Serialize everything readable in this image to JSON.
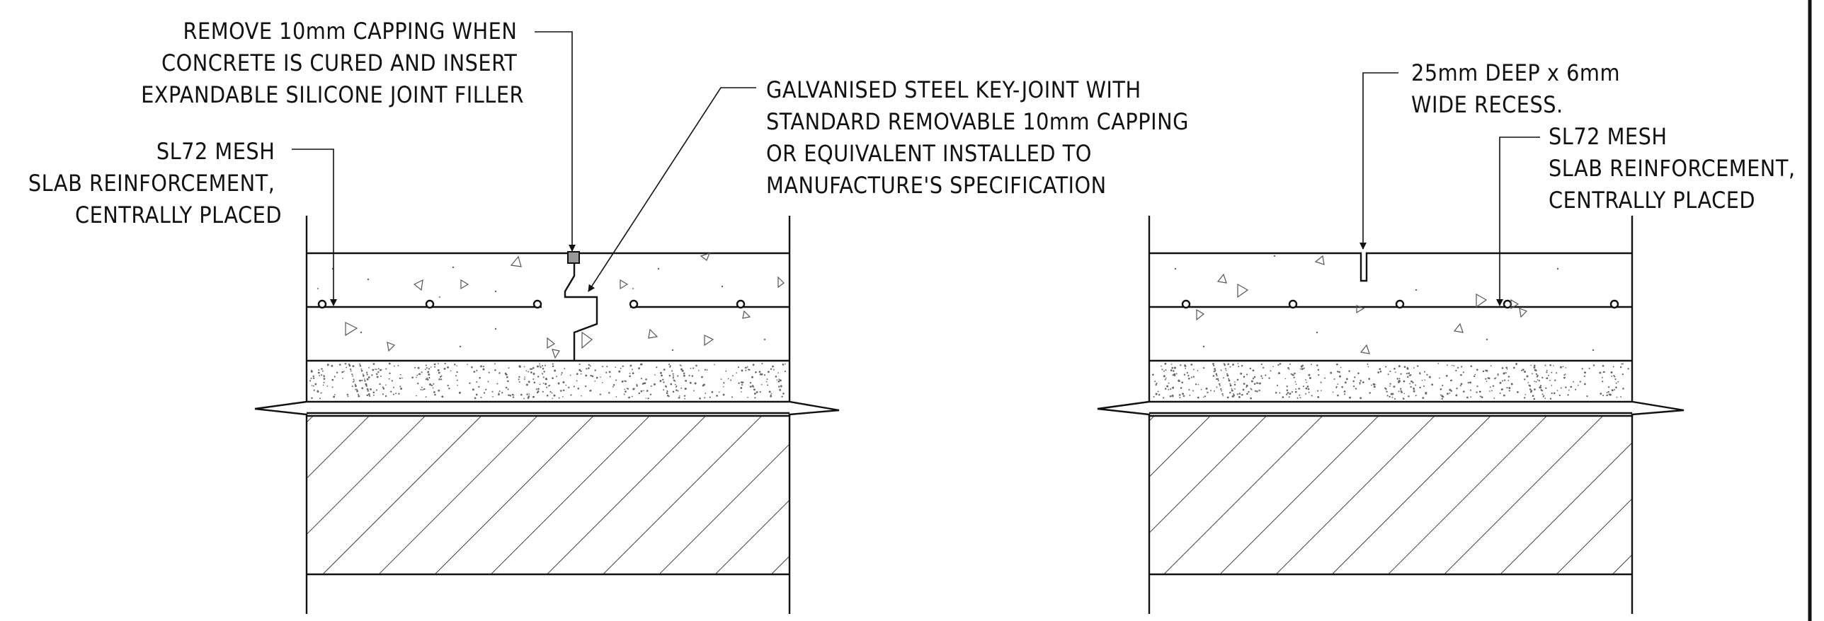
{
  "left_detail": {
    "callout_capping": [
      "REMOVE 10mm CAPPING WHEN",
      "CONCRETE IS CURED AND INSERT",
      "EXPANDABLE SILICONE JOINT FILLER"
    ],
    "callout_keyjoint": [
      "GALVANISED  STEEL KEY-JOINT WITH",
      "STANDARD REMOVABLE 10mm CAPPING",
      "OR EQUIVALENT INSTALLED TO",
      "MANUFACTURE'S SPECIFICATION"
    ],
    "callout_mesh": [
      "SL72 MESH",
      "SLAB REINFORCEMENT,",
      "CENTRALLY PLACED"
    ]
  },
  "right_detail": {
    "callout_recess": [
      "25mm DEEP x 6mm",
      "WIDE RECESS."
    ],
    "callout_mesh": [
      "SL72 MESH",
      "SLAB REINFORCEMENT,",
      "CENTRALLY PLACED"
    ]
  },
  "colors": {
    "linework": "#111111",
    "capping_fill": "#999999",
    "sand_stipple": "#666666"
  }
}
